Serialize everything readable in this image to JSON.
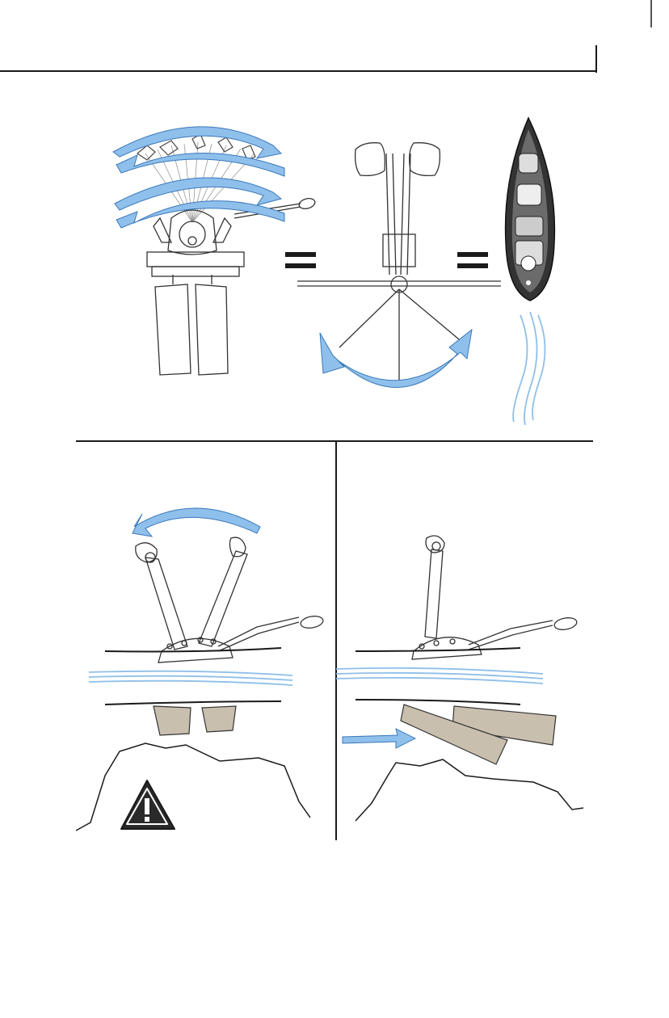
{
  "page": {
    "background": "#ffffff",
    "line_color": "#1a1a1a",
    "arrow_color": "#6aaae4",
    "arrow_stroke": "#2f6fb0",
    "fin_color": "#c9bfae",
    "water_color": "#8fbfe8"
  },
  "figures": {
    "top": {
      "pedal_drive": {
        "icon": "pedal-drive-front-view"
      },
      "equals_1": {
        "icon": "equals-sign"
      },
      "pedal_motion": {
        "icon": "pedal-cranks-top-view"
      },
      "equals_2": {
        "icon": "equals-sign"
      },
      "kayak": {
        "icon": "kayak-top-view"
      },
      "wake": {
        "icon": "water-wake-lines"
      }
    },
    "bottom_left": {
      "scene": "fins-up-shallow-water",
      "warning": {
        "icon": "warning-triangle-icon"
      }
    },
    "bottom_right": {
      "scene": "fins-folded-back-on-contact"
    }
  }
}
